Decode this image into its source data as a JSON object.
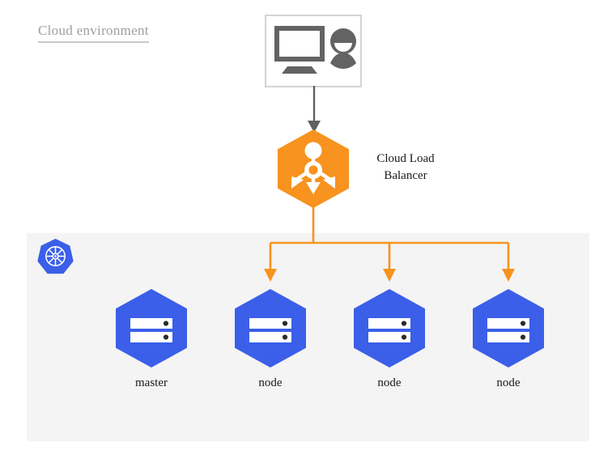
{
  "diagram": {
    "title": "Cloud environment",
    "colors": {
      "orange": "#F7931E",
      "blue": "#3B5FE8",
      "gray_icon": "#636363",
      "panel_gray": "#F4F4F4",
      "border_gray": "#D4D4D4",
      "title_gray": "#9E9E9E"
    },
    "client": {
      "icon_names": [
        "monitor-icon",
        "user-icon"
      ]
    },
    "load_balancer": {
      "label_line1": "Cloud Load",
      "label_line2": "Balancer",
      "icon_name": "load-balancer-icon"
    },
    "cluster": {
      "logo_name": "kubernetes-logo",
      "nodes": [
        {
          "label": "master",
          "icon_name": "server-node-icon",
          "has_incoming_arrow": false
        },
        {
          "label": "node",
          "icon_name": "server-node-icon",
          "has_incoming_arrow": true
        },
        {
          "label": "node",
          "icon_name": "server-node-icon",
          "has_incoming_arrow": true
        },
        {
          "label": "node",
          "icon_name": "server-node-icon",
          "has_incoming_arrow": true
        }
      ]
    }
  }
}
